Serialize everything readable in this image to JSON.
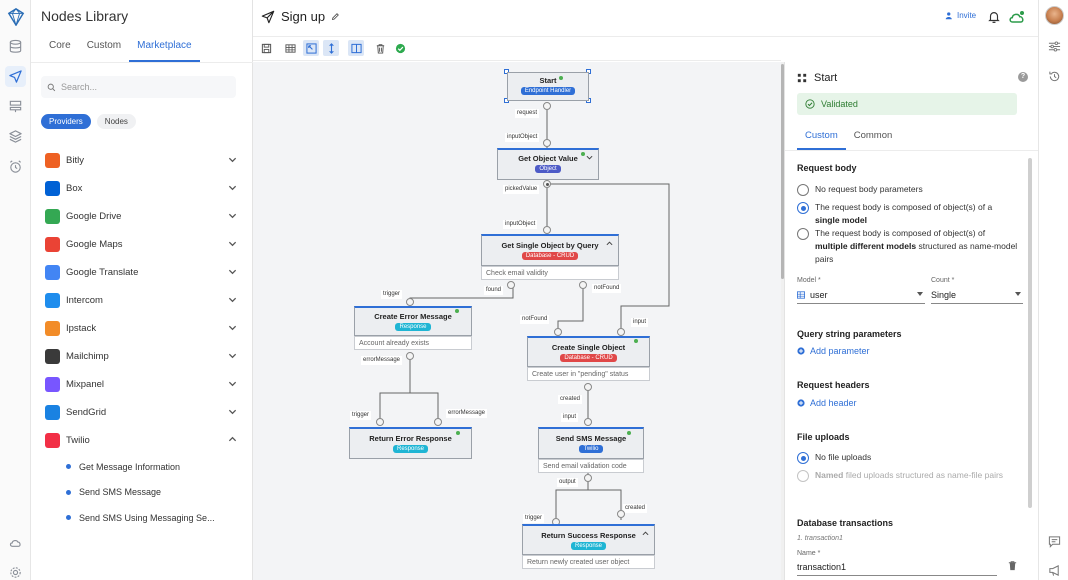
{
  "library": {
    "title": "Nodes Library",
    "tabs": [
      "Core",
      "Custom",
      "Marketplace"
    ],
    "active_tab": "Marketplace",
    "search_placeholder": "Search...",
    "pills": [
      "Providers",
      "Nodes"
    ],
    "providers": [
      {
        "name": "Bitly",
        "color": "#ee6123",
        "icon": "bitly-logo"
      },
      {
        "name": "Box",
        "color": "#0061d5",
        "icon": "box-logo"
      },
      {
        "name": "Google Drive",
        "color": "#34a853",
        "icon": "google-drive-logo"
      },
      {
        "name": "Google Maps",
        "color": "#ea4335",
        "icon": "google-maps-logo"
      },
      {
        "name": "Google Translate",
        "color": "#4285f4",
        "icon": "google-translate-logo"
      },
      {
        "name": "Intercom",
        "color": "#1f8ded",
        "icon": "intercom-logo"
      },
      {
        "name": "Ipstack",
        "color": "#f28c28",
        "icon": "ipstack-logo"
      },
      {
        "name": "Mailchimp",
        "color": "#3a3a3a",
        "icon": "mailchimp-logo"
      },
      {
        "name": "Mixpanel",
        "color": "#7856ff",
        "icon": "mixpanel-logo"
      },
      {
        "name": "SendGrid",
        "color": "#1a82e2",
        "icon": "sendgrid-logo"
      },
      {
        "name": "Twilio",
        "color": "#f22f46",
        "icon": "twilio-logo"
      }
    ],
    "twilio_nodes": [
      "Get Message Information",
      "Send SMS Message",
      "Send SMS Using Messaging Se..."
    ]
  },
  "topbar": {
    "title": "Sign up",
    "invite_label": "Invite"
  },
  "canvas": {
    "nodes": {
      "start": {
        "title": "Start",
        "badge": "Endpoint Handler"
      },
      "get_object_value": {
        "title": "Get Object Value",
        "badge": "Object"
      },
      "get_single_object": {
        "title": "Get Single Object by Query",
        "badge": "Database - CRUD",
        "desc": "Check email validity"
      },
      "create_error": {
        "title": "Create Error Message",
        "badge": "Response",
        "desc": "Account already exists"
      },
      "create_single": {
        "title": "Create Single Object",
        "badge": "Database - CRUD",
        "desc": "Create user in \"pending\" status"
      },
      "return_error": {
        "title": "Return Error Response",
        "badge": "Response"
      },
      "send_sms": {
        "title": "Send SMS Message",
        "badge": "Twilio",
        "desc": "Send email validation code"
      },
      "return_success": {
        "title": "Return Success Response",
        "badge": "Response",
        "desc": "Return newly created user object"
      }
    },
    "edge_labels": {
      "request": "request",
      "inputObject1": "inputObject",
      "pickedValue": "pickedValue",
      "inputObject2": "inputObject",
      "trigger1": "trigger",
      "found": "found",
      "notFound1": "notFound",
      "notFound2": "notFound",
      "input1": "input",
      "errorMessage1": "errorMessage",
      "trigger2": "trigger",
      "errorMessage2": "errorMessage",
      "created1": "created",
      "input2": "input",
      "output": "output",
      "created2": "created",
      "trigger3": "trigger"
    }
  },
  "props": {
    "title": "Start",
    "validated": "Validated",
    "tabs": [
      "Custom",
      "Common"
    ],
    "request_body": {
      "heading": "Request body",
      "opt1": "No request body parameters",
      "opt2_pre": "The request body is composed of object(s) of a",
      "opt2_bold": "single model",
      "opt3_pre": "The request body is composed of object(s) of",
      "opt3_bold": "multiple different models",
      "opt3_post": "structured as name-model pairs"
    },
    "model_label": "Model *",
    "model_value": "user",
    "count_label": "Count *",
    "count_value": "Single",
    "query_heading": "Query string parameters",
    "add_parameter": "Add parameter",
    "headers_heading": "Request headers",
    "add_header": "Add header",
    "uploads_heading": "File uploads",
    "uploads_opt1": "No file uploads",
    "uploads_opt2_bold": "Named",
    "uploads_opt2_post": "filed uploads structured as name-file pairs",
    "db_heading": "Database transactions",
    "transaction_label": "1. transaction1",
    "name_label": "Name *",
    "name_value": "transaction1"
  },
  "colors": {
    "accent": "#2f6fd6",
    "success": "#2e7d32",
    "response_badge": "#1fb5d4",
    "crud_badge": "#e04848",
    "object_badge": "#4d5bc7"
  }
}
